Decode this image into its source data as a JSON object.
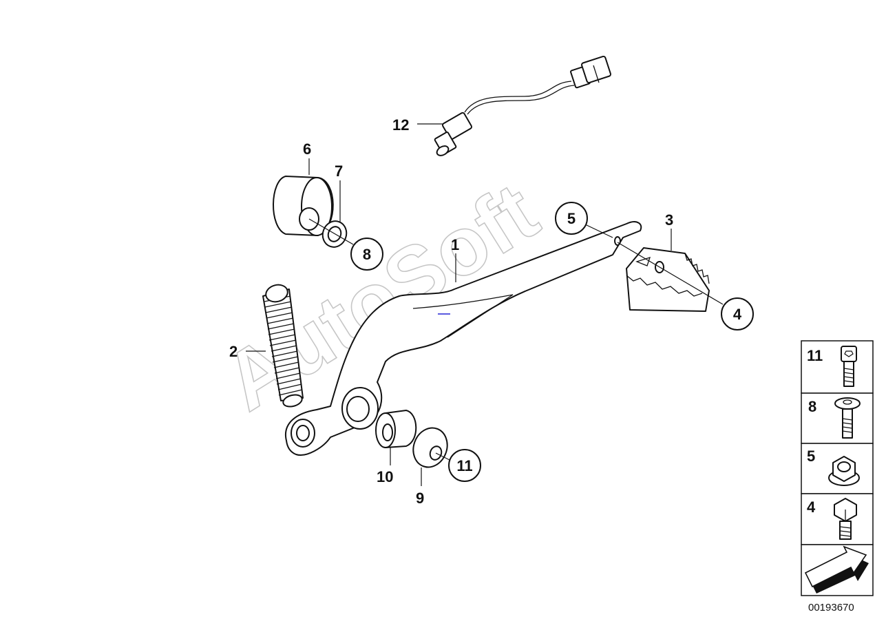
{
  "diagram": {
    "watermark": "AutoSoft",
    "drawing_number": "00193670",
    "callouts": [
      {
        "id": "c1",
        "label": "1"
      },
      {
        "id": "c2",
        "label": "2"
      },
      {
        "id": "c3",
        "label": "3"
      },
      {
        "id": "c4",
        "label": "4"
      },
      {
        "id": "c5",
        "label": "5"
      },
      {
        "id": "c6",
        "label": "6"
      },
      {
        "id": "c7",
        "label": "7"
      },
      {
        "id": "c8",
        "label": "8"
      },
      {
        "id": "c9",
        "label": "9"
      },
      {
        "id": "c10",
        "label": "10"
      },
      {
        "id": "c11",
        "label": "11"
      },
      {
        "id": "c12",
        "label": "12"
      }
    ],
    "legend": [
      {
        "label": "11",
        "icon": "socket-head-bolt-icon"
      },
      {
        "label": "8",
        "icon": "flange-bolt-icon"
      },
      {
        "label": "5",
        "icon": "collar-nut-icon"
      },
      {
        "label": "4",
        "icon": "hex-bolt-icon"
      },
      {
        "label": "",
        "icon": "direction-arrow-icon"
      }
    ]
  }
}
